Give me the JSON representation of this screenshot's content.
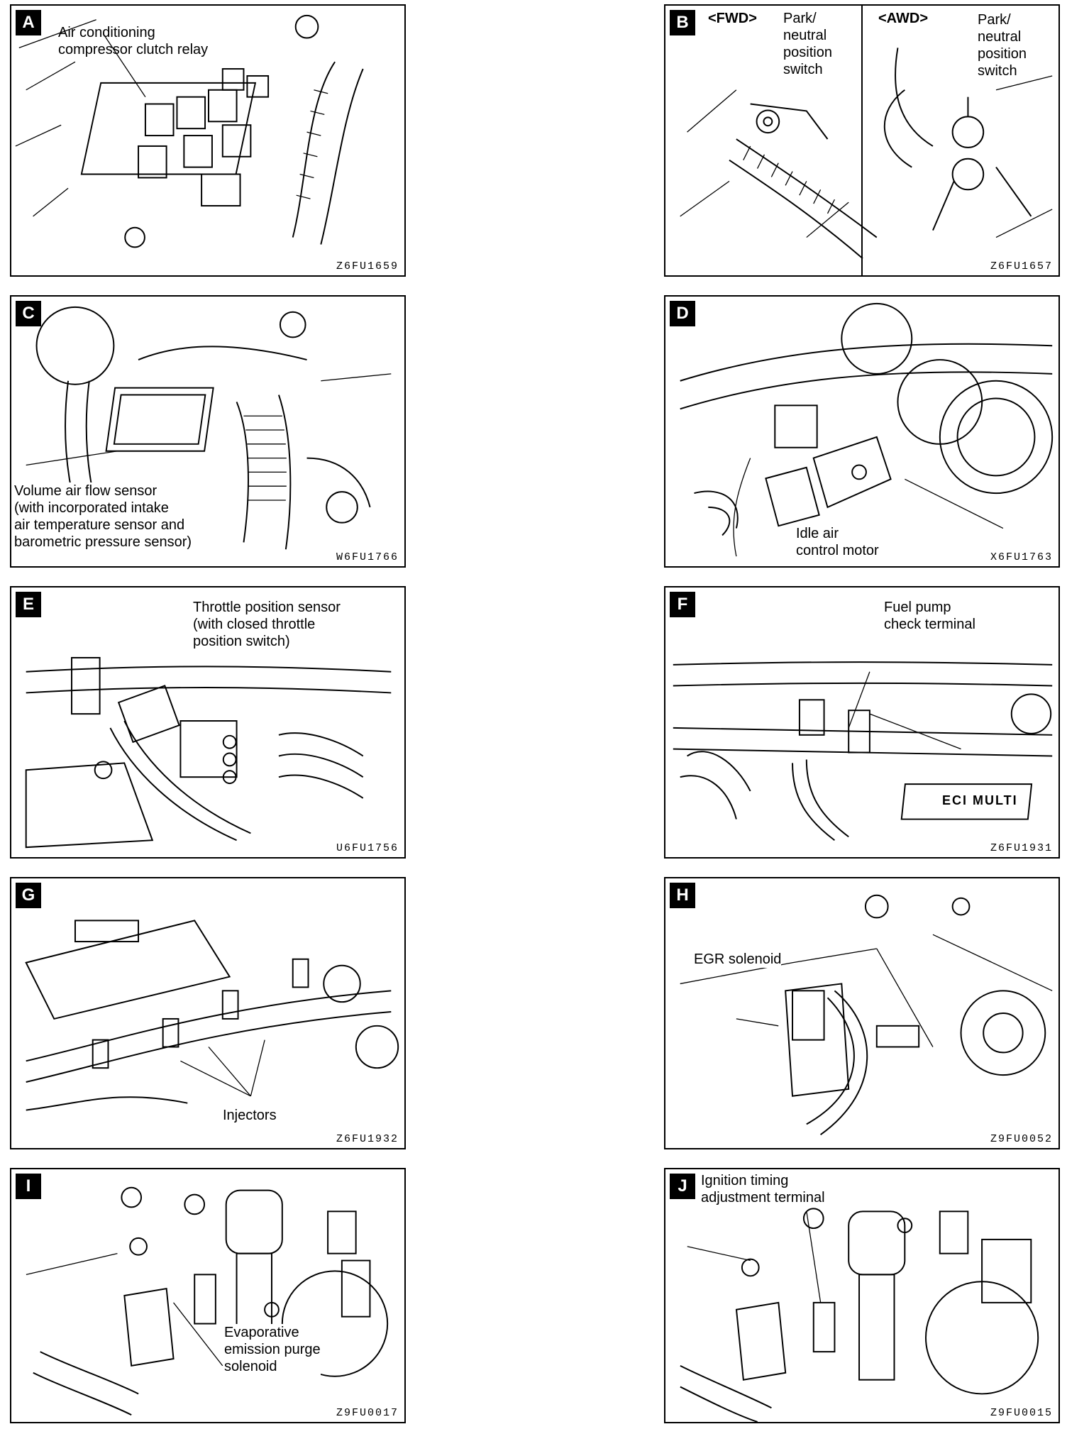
{
  "panels": [
    {
      "letter": "A",
      "labels": [
        "Air conditioning\ncompressor clutch relay"
      ],
      "code": "Z6FU1659"
    },
    {
      "letter": "B",
      "sub_left": "<FWD>",
      "sub_right": "<AWD>",
      "labels": [
        "Park/\nneutral\nposition\nswitch",
        "Park/\nneutral\nposition\nswitch"
      ],
      "code": "Z6FU1657"
    },
    {
      "letter": "C",
      "labels": [
        "Volume air flow sensor\n(with incorporated intake\nair temperature sensor and\nbarometric pressure sensor)"
      ],
      "code": "W6FU1766"
    },
    {
      "letter": "D",
      "labels": [
        "Idle air\ncontrol motor"
      ],
      "code": "X6FU1763"
    },
    {
      "letter": "E",
      "labels": [
        "Throttle position sensor\n(with closed throttle\nposition switch)"
      ],
      "code": "U6FU1756"
    },
    {
      "letter": "F",
      "labels": [
        "Fuel pump\ncheck terminal"
      ],
      "code": "Z6FU1931"
    },
    {
      "letter": "G",
      "labels": [
        "Injectors"
      ],
      "code": "Z6FU1932"
    },
    {
      "letter": "H",
      "labels": [
        "EGR solenoid"
      ],
      "code": "Z9FU0052"
    },
    {
      "letter": "I",
      "labels": [
        "Evaporative\nemission purge\nsolenoid"
      ],
      "code": "Z9FU0017"
    },
    {
      "letter": "J",
      "labels": [
        "Ignition timing\nadjustment terminal"
      ],
      "code": "Z9FU0015"
    }
  ],
  "panel_f_badge": "ECI MULTI"
}
